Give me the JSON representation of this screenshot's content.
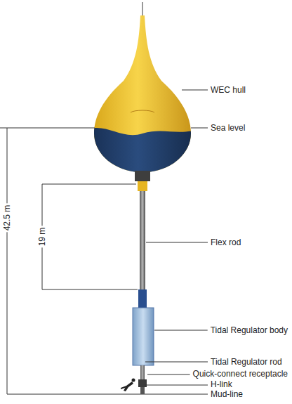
{
  "diagram": {
    "labels": [
      "WEC hull",
      "Sea level",
      "42.5 m",
      "19 m",
      "Flex rod",
      "Tidal Regulator body",
      "Tidal Regulator rod",
      "Quick-connect receptacle",
      "H-link",
      "Mud-line"
    ]
  }
}
